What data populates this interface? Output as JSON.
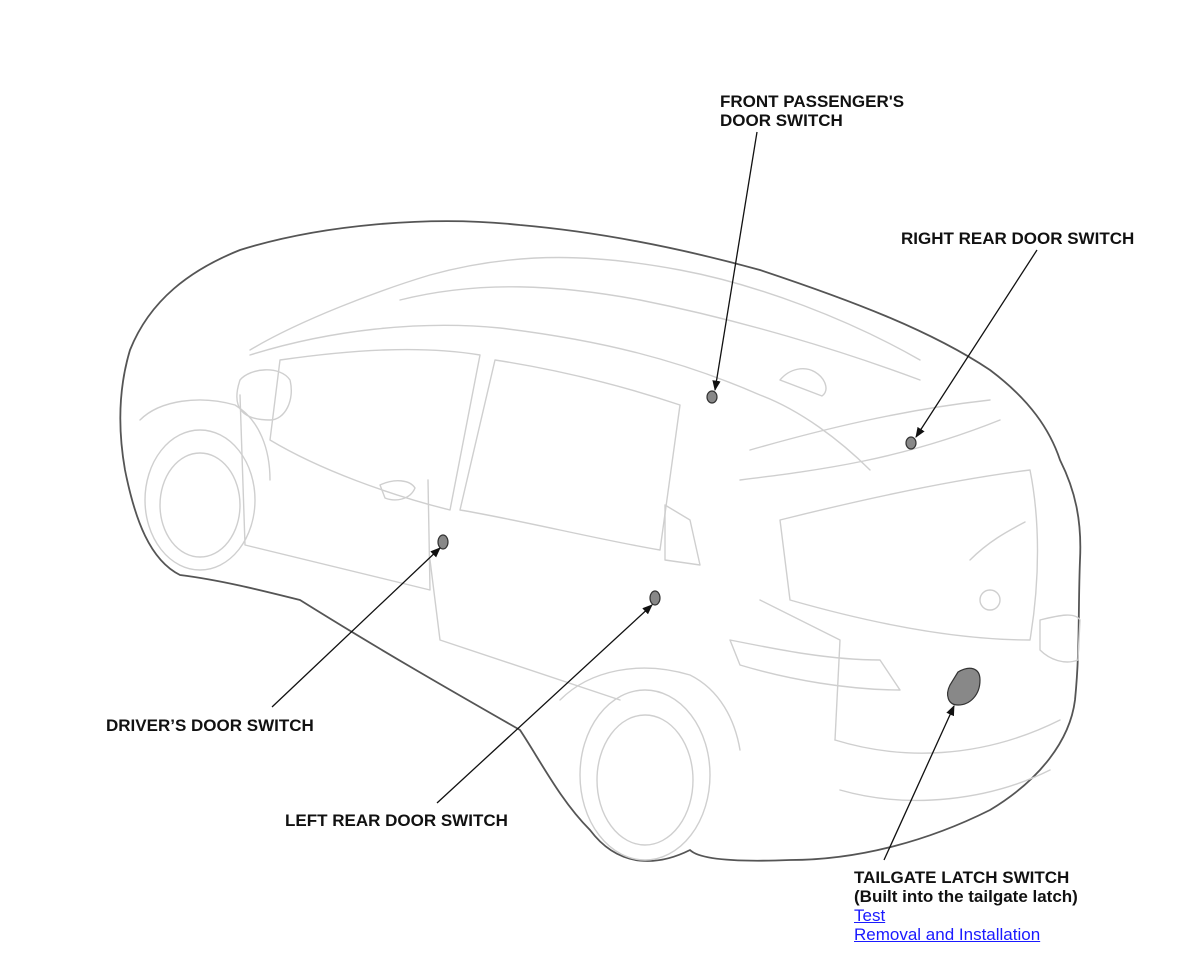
{
  "labels": {
    "front_passenger": [
      "FRONT PASSENGER'S",
      "DOOR SWITCH"
    ],
    "right_rear": "RIGHT REAR DOOR SWITCH",
    "driver": "DRIVER’S DOOR SWITCH",
    "left_rear": "LEFT REAR DOOR SWITCH",
    "tailgate": [
      "TAILGATE LATCH SWITCH",
      "(Built into the tailgate latch)"
    ]
  },
  "links": {
    "test": "Test",
    "removal": "Removal and Installation"
  },
  "colors": {
    "link": "#1a1aff",
    "text": "#111111",
    "car_detail": "#cfcfcf",
    "car_outline": "#555555"
  }
}
